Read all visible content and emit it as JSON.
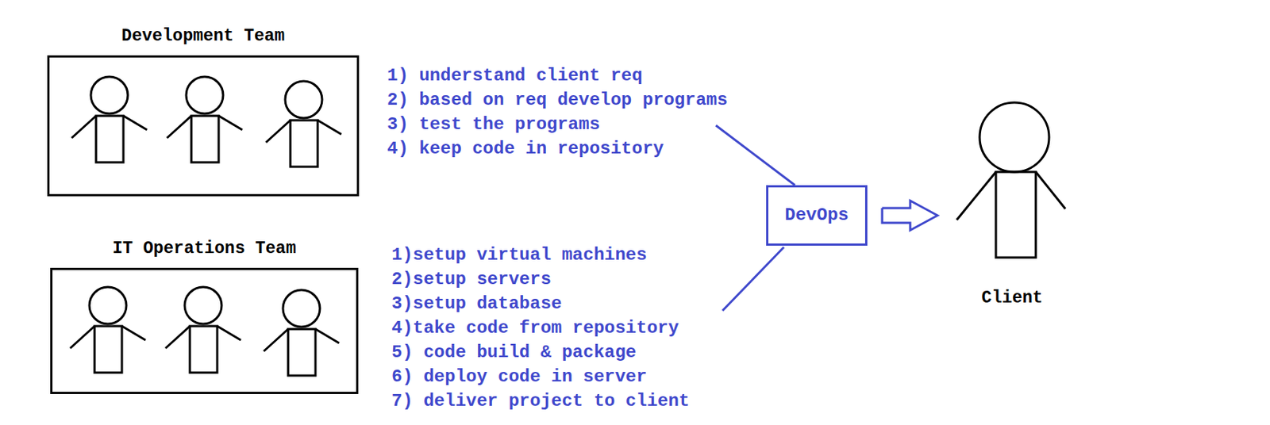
{
  "diagram": {
    "nodes": [
      {
        "text": [
          "Development Team"
        ]
      },
      {
        "text": [
          "IT Operations Team"
        ]
      },
      {
        "text": [
          "DevOps"
        ]
      },
      {
        "text": [
          "Client"
        ]
      }
    ],
    "edges": [
      {
        "from": 2,
        "to": 3,
        "arrow": "to"
      }
    ],
    "labels": [
      "1) understand client req",
      "2) based on req develop programs",
      "3) test the programs",
      "4) keep code in repository",
      "1)setup virtual machines",
      "2)setup servers",
      "3)setup database",
      "4)take code from repository",
      "5) code build & package",
      "6) deploy code in server",
      "7) deliver project to client"
    ]
  }
}
